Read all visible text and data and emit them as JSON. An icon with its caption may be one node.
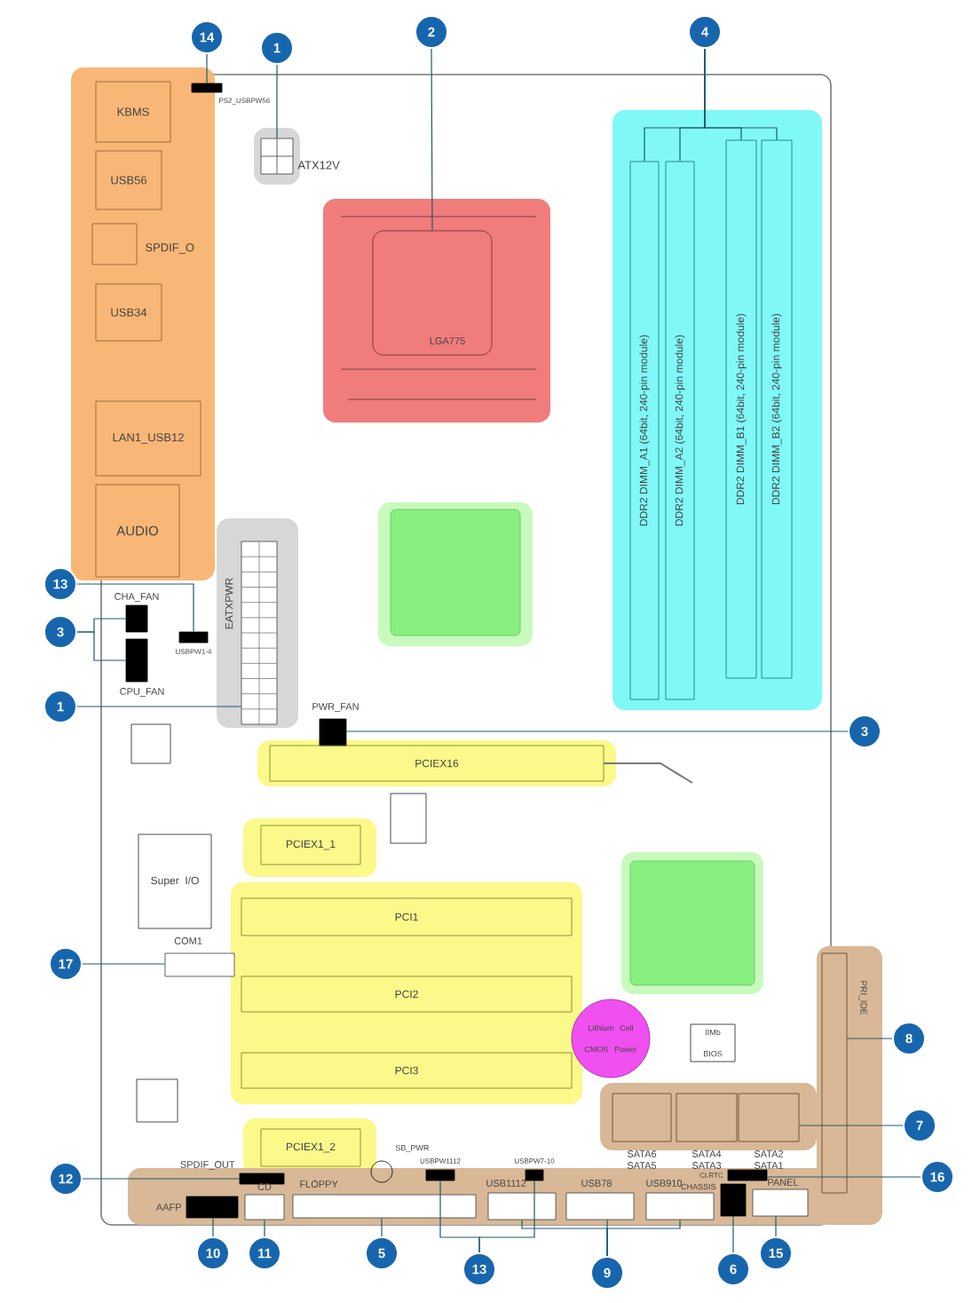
{
  "diagram": {
    "nodes": [
      {
        "text": [
          "KBMS"
        ]
      },
      {
        "text": [
          "USB56"
        ]
      },
      {
        "text": [
          "SPDIF_O"
        ]
      },
      {
        "text": [
          "USB34"
        ]
      },
      {
        "text": [
          "LAN1_USB12"
        ]
      },
      {
        "text": [
          "AUDIO"
        ]
      },
      {
        "text": [
          "PS2_USBPW56"
        ]
      },
      {
        "text": [
          "ATX12V"
        ]
      },
      {
        "text": [
          "LGA775"
        ]
      },
      {
        "text": [
          "DDR2 DIMM_A1 (64bit, 240-pin module)"
        ]
      },
      {
        "text": [
          "DDR2 DIMM_A2 (64bit, 240-pin module)"
        ]
      },
      {
        "text": [
          "DDR2 DIMM_B1 (64bit, 240-pin module)"
        ]
      },
      {
        "text": [
          "DDR2 DIMM_B2 (64bit, 240-pin module)"
        ]
      },
      {
        "text": [],
        "shape": "box"
      },
      {
        "text": [
          "CHA_FAN"
        ]
      },
      {
        "text": [
          "USBPW1-4"
        ]
      },
      {
        "text": [
          "CPU_FAN"
        ]
      },
      {
        "text": [
          "EATXPWR"
        ]
      },
      {
        "text": [
          "PWR_FAN"
        ]
      },
      {
        "text": [
          "PCIEX16"
        ]
      },
      {
        "text": [],
        "shape": "box"
      },
      {
        "text": [],
        "shape": "box"
      },
      {
        "text": [
          "PCIEX1_1"
        ]
      },
      {
        "text": [
          "Super I/O"
        ]
      },
      {
        "text": [
          "COM1"
        ]
      },
      {
        "text": [
          "PCI1"
        ]
      },
      {
        "text": [
          "PCI2"
        ]
      },
      {
        "text": [
          "PCI3"
        ]
      },
      {
        "text": [],
        "shape": "box"
      },
      {
        "text": [
          "Lithium Cell CMOS Power"
        ]
      },
      {
        "text": [
          "8Mb BIOS"
        ]
      },
      {
        "text": [
          "PRI_IDE"
        ]
      },
      {
        "text": [
          "SATA6",
          "SATA5"
        ]
      },
      {
        "text": [
          "SATA4",
          "SATA3"
        ]
      },
      {
        "text": [
          "SATA2",
          "SATA1"
        ]
      },
      {
        "text": [
          "SB_PWR"
        ]
      },
      {
        "text": [
          "PCIEX1_2"
        ]
      },
      {
        "text": [
          "SPDIF_OUT"
        ]
      },
      {
        "text": [
          "FLOPPY"
        ]
      },
      {
        "text": [
          "AAFP"
        ]
      },
      {
        "text": [
          "CD"
        ]
      },
      {
        "text": [
          "USBPW1112"
        ]
      },
      {
        "text": [
          "USB1112"
        ]
      },
      {
        "text": [
          "USBPW7-10"
        ]
      },
      {
        "text": [
          "USB78"
        ]
      },
      {
        "text": [
          "USB910"
        ]
      },
      {
        "text": [
          "CLRTC"
        ]
      },
      {
        "text": [
          "CHASSIS"
        ]
      },
      {
        "text": [
          "PANEL"
        ]
      },
      {
        "text": [],
        "shape": "box"
      },
      {
        "text": [
          "14"
        ]
      },
      {
        "text": [
          "1"
        ]
      },
      {
        "text": [
          "2"
        ]
      },
      {
        "text": [
          "4"
        ]
      },
      {
        "text": [
          "13"
        ]
      },
      {
        "text": [
          "3"
        ]
      },
      {
        "text": [
          "1"
        ]
      },
      {
        "text": [
          "3"
        ]
      },
      {
        "text": [
          "17"
        ]
      },
      {
        "text": [
          "12"
        ]
      },
      {
        "text": [
          "10"
        ]
      },
      {
        "text": [
          "11"
        ]
      },
      {
        "text": [
          "5"
        ]
      },
      {
        "text": [
          "13"
        ]
      },
      {
        "text": [
          "9"
        ]
      },
      {
        "text": [
          "6"
        ]
      },
      {
        "text": [
          "15"
        ]
      },
      {
        "text": [
          "16"
        ]
      },
      {
        "text": [
          "8"
        ]
      },
      {
        "text": [
          "7"
        ]
      }
    ],
    "edges": [
      {
        "from": 50,
        "to": 6,
        "arrow": "none"
      },
      {
        "from": 51,
        "to": 7,
        "arrow": "none"
      },
      {
        "from": 52,
        "to": 8,
        "arrow": "none"
      },
      {
        "from": 53,
        "to": 9,
        "arrow": "none"
      },
      {
        "from": 53,
        "to": 10,
        "arrow": "none"
      },
      {
        "from": 53,
        "to": 11,
        "arrow": "none"
      },
      {
        "from": 53,
        "to": 12,
        "arrow": "none"
      },
      {
        "from": 54,
        "to": 15,
        "arrow": "none"
      },
      {
        "from": 55,
        "to": 14,
        "arrow": "none"
      },
      {
        "from": 55,
        "to": 16,
        "arrow": "none"
      },
      {
        "from": 56,
        "to": 17,
        "arrow": "none"
      },
      {
        "from": 57,
        "to": 18,
        "arrow": "none"
      },
      {
        "from": 58,
        "to": 24,
        "arrow": "none"
      },
      {
        "from": 59,
        "to": 37,
        "arrow": "none"
      },
      {
        "from": 60,
        "to": 39,
        "arrow": "none"
      },
      {
        "from": 61,
        "to": 40,
        "arrow": "none"
      },
      {
        "from": 62,
        "to": 38,
        "arrow": "none"
      },
      {
        "from": 63,
        "to": 41,
        "arrow": "none"
      },
      {
        "from": 63,
        "to": 43,
        "arrow": "none"
      },
      {
        "from": 64,
        "to": 42,
        "arrow": "none"
      },
      {
        "from": 64,
        "to": 44,
        "arrow": "none"
      },
      {
        "from": 64,
        "to": 45,
        "arrow": "none"
      },
      {
        "from": 65,
        "to": 47,
        "arrow": "none"
      },
      {
        "from": 66,
        "to": 48,
        "arrow": "none"
      },
      {
        "from": 67,
        "to": 46,
        "arrow": "none"
      },
      {
        "from": 68,
        "to": 31,
        "arrow": "none"
      },
      {
        "from": 69,
        "to": 34,
        "arrow": "none"
      }
    ]
  }
}
